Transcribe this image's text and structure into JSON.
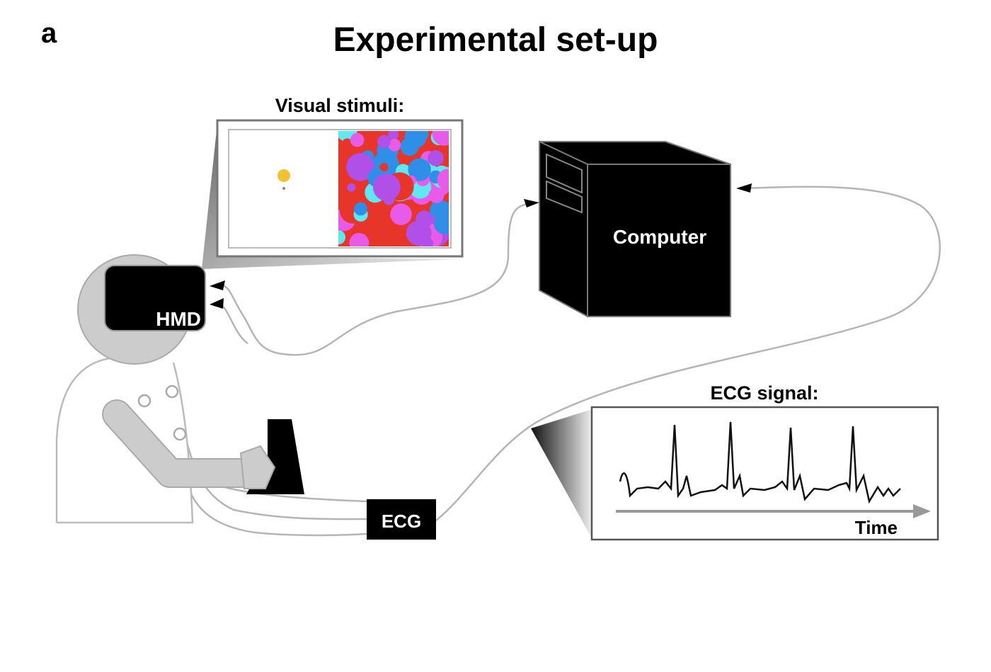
{
  "panel_label": "a",
  "title": "Experimental set-up",
  "labels": {
    "visual_stimuli": "Visual stimuli:",
    "computer": "Computer",
    "hmd": "HMD",
    "ecg_device": "ECG",
    "ecg_signal": "ECG signal:",
    "time_axis": "Time"
  },
  "colors": {
    "device_fill": "#000000",
    "body_fill": "#cccccc",
    "wire": "#b5b5b5",
    "stimulus_dot": "#f2c230",
    "stimulus_palette": [
      "#e8352a",
      "#5fe8f0",
      "#2f8fe8",
      "#e85ae8",
      "#b050e8"
    ]
  }
}
